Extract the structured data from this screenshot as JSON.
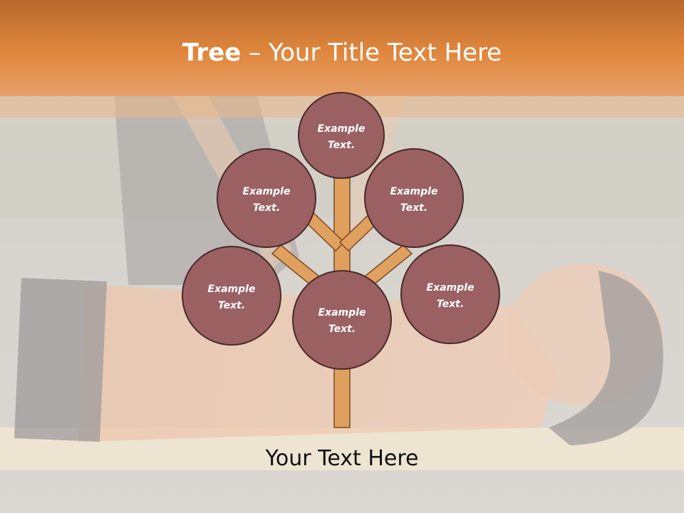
{
  "slide": {
    "title_bold": "Tree",
    "title_rest": " – Your Title Text Here",
    "footer": "Your Text Here"
  },
  "tree": {
    "nodes": [
      {
        "id": "top",
        "line1": "Example",
        "line2": "Text."
      },
      {
        "id": "upper-left",
        "line1": "Example",
        "line2": "Text."
      },
      {
        "id": "upper-right",
        "line1": "Example",
        "line2": "Text."
      },
      {
        "id": "lower-left",
        "line1": "Example",
        "line2": "Text."
      },
      {
        "id": "lower-right",
        "line1": "Example",
        "line2": "Text."
      },
      {
        "id": "center",
        "line1": "Example",
        "line2": "Text."
      }
    ]
  },
  "colors": {
    "header_orange": "#d9803a",
    "node_fill": "#9b6162",
    "node_stroke": "#4a2a2a",
    "branch_fill": "#e0a060",
    "branch_stroke": "#7a4a22"
  }
}
